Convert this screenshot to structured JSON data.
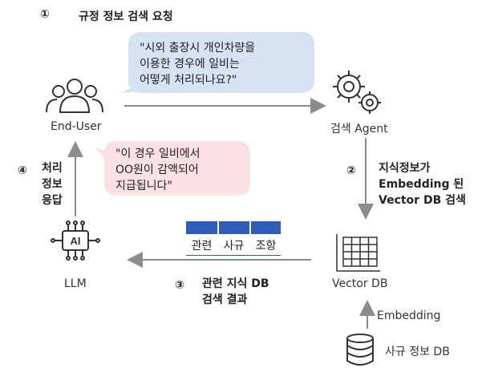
{
  "steps": {
    "step1": {
      "num": "①",
      "label": "규정 정보 검색 요청"
    },
    "step2": {
      "num": "②",
      "lines": [
        "지식정보가",
        "Embedding 된",
        "Vector DB 검색"
      ]
    },
    "step3": {
      "num": "③",
      "lines": [
        "관련 지식 DB",
        "검색 결과"
      ]
    },
    "step4": {
      "num": "④",
      "lines": [
        "처리",
        "정보",
        "응답"
      ]
    }
  },
  "bubbles": {
    "question": [
      "\"시외 출장시 개인차량을",
      "이용한 경우에 일비는",
      "어떻게 처리되나요?\""
    ],
    "answer": [
      "\"이 경우 일비에서",
      "OO원이 감액되어",
      "지급됩니다\""
    ]
  },
  "nodes": {
    "end_user": "End-User",
    "agent": "검색 Agent",
    "vector_db": "Vector DB",
    "llm": "LLM",
    "rule_db": "사규 정보 DB",
    "embedding": "Embedding"
  },
  "table": {
    "cells": [
      "관련",
      "사규",
      "조항"
    ]
  },
  "icons": {
    "users": "users-icon",
    "gears": "gears-icon",
    "grid": "grid-db-icon",
    "ai_chip": "ai-chip-icon",
    "database": "database-icon"
  },
  "colors": {
    "bubble_blue": "#d7e3f4",
    "bubble_pink": "#fbe1e3",
    "table_blue": "#2f5cb8",
    "arrow": "#8c8c8c"
  }
}
